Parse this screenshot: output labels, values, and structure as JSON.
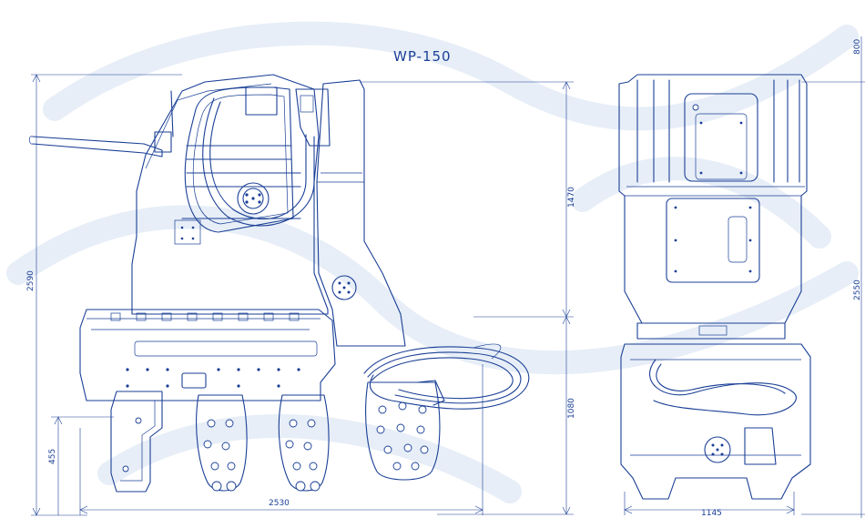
{
  "drawing": {
    "title": "WP-150",
    "colors": {
      "ink": "#1a3f96",
      "background": "#ffffff",
      "watermark": "#e7eef7"
    },
    "dimensions": {
      "left_total_height": "2590",
      "left_upper_height": "1470",
      "left_lower_height": "1080",
      "left_foot_height": "455",
      "left_total_width": "2530",
      "right_width": "1145",
      "right_height": "2550",
      "right_top_partial": "800"
    }
  }
}
